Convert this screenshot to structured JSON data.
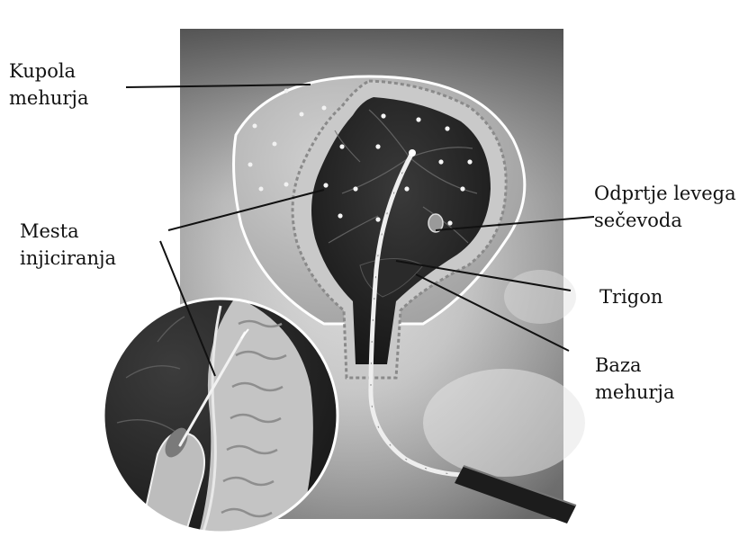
{
  "labels": {
    "kupola": [
      "Kupola",
      "mehurja"
    ],
    "mesta": [
      "Mesta",
      "injiciranja"
    ],
    "odprtje": [
      "Odprtje levega",
      "sečevoda"
    ],
    "trigon": [
      "Trigon"
    ],
    "baza": [
      "Baza",
      "mehurja"
    ]
  },
  "colors": {
    "background": "#ffffff",
    "text": "#111111",
    "leader_line": "#111111",
    "illustration_dark": "#1e1e1e",
    "illustration_light": "#d8d8d8"
  },
  "icons": {
    "needle": "syringe-needle-icon",
    "catheter": "cystoscope-catheter-icon"
  }
}
